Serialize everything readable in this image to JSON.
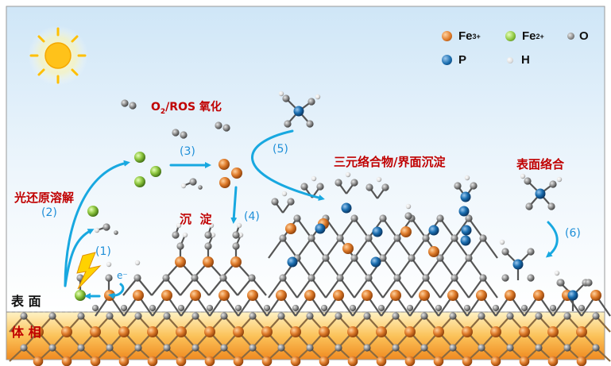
{
  "legend": {
    "fe3": {
      "label": "Fe",
      "charge": "3+",
      "color": "#d9782a"
    },
    "fe2": {
      "label": "Fe",
      "charge": "2+",
      "color": "#8dc63f"
    },
    "o": {
      "label": "O",
      "color": "#8a8a8a"
    },
    "p": {
      "label": "P",
      "color": "#1a6eb0"
    },
    "h": {
      "label": "H",
      "color": "#e8e8e8"
    }
  },
  "labels": {
    "oxidation_pre": "O",
    "oxidation_sub": "2",
    "oxidation_post": "/ROS 氧化",
    "photoreductive": "光还原溶解",
    "precipitation": "沉  淀",
    "ternary": "三元络合物/界面沉淀",
    "surface_complex": "表面络合",
    "surface": "表 面",
    "bulk": "体 相",
    "electron": "e⁻"
  },
  "steps": {
    "s1": "(1)",
    "s2": "(2)",
    "s3": "(3)",
    "s4": "(4)",
    "s5": "(5)",
    "s6": "(6)"
  },
  "colors": {
    "arrow": "#18a8e0",
    "label_red": "#c00000",
    "sky_top": "#cfe6f7",
    "bulk_top": "#fde7a8",
    "bulk_bottom": "#f59a2a"
  }
}
